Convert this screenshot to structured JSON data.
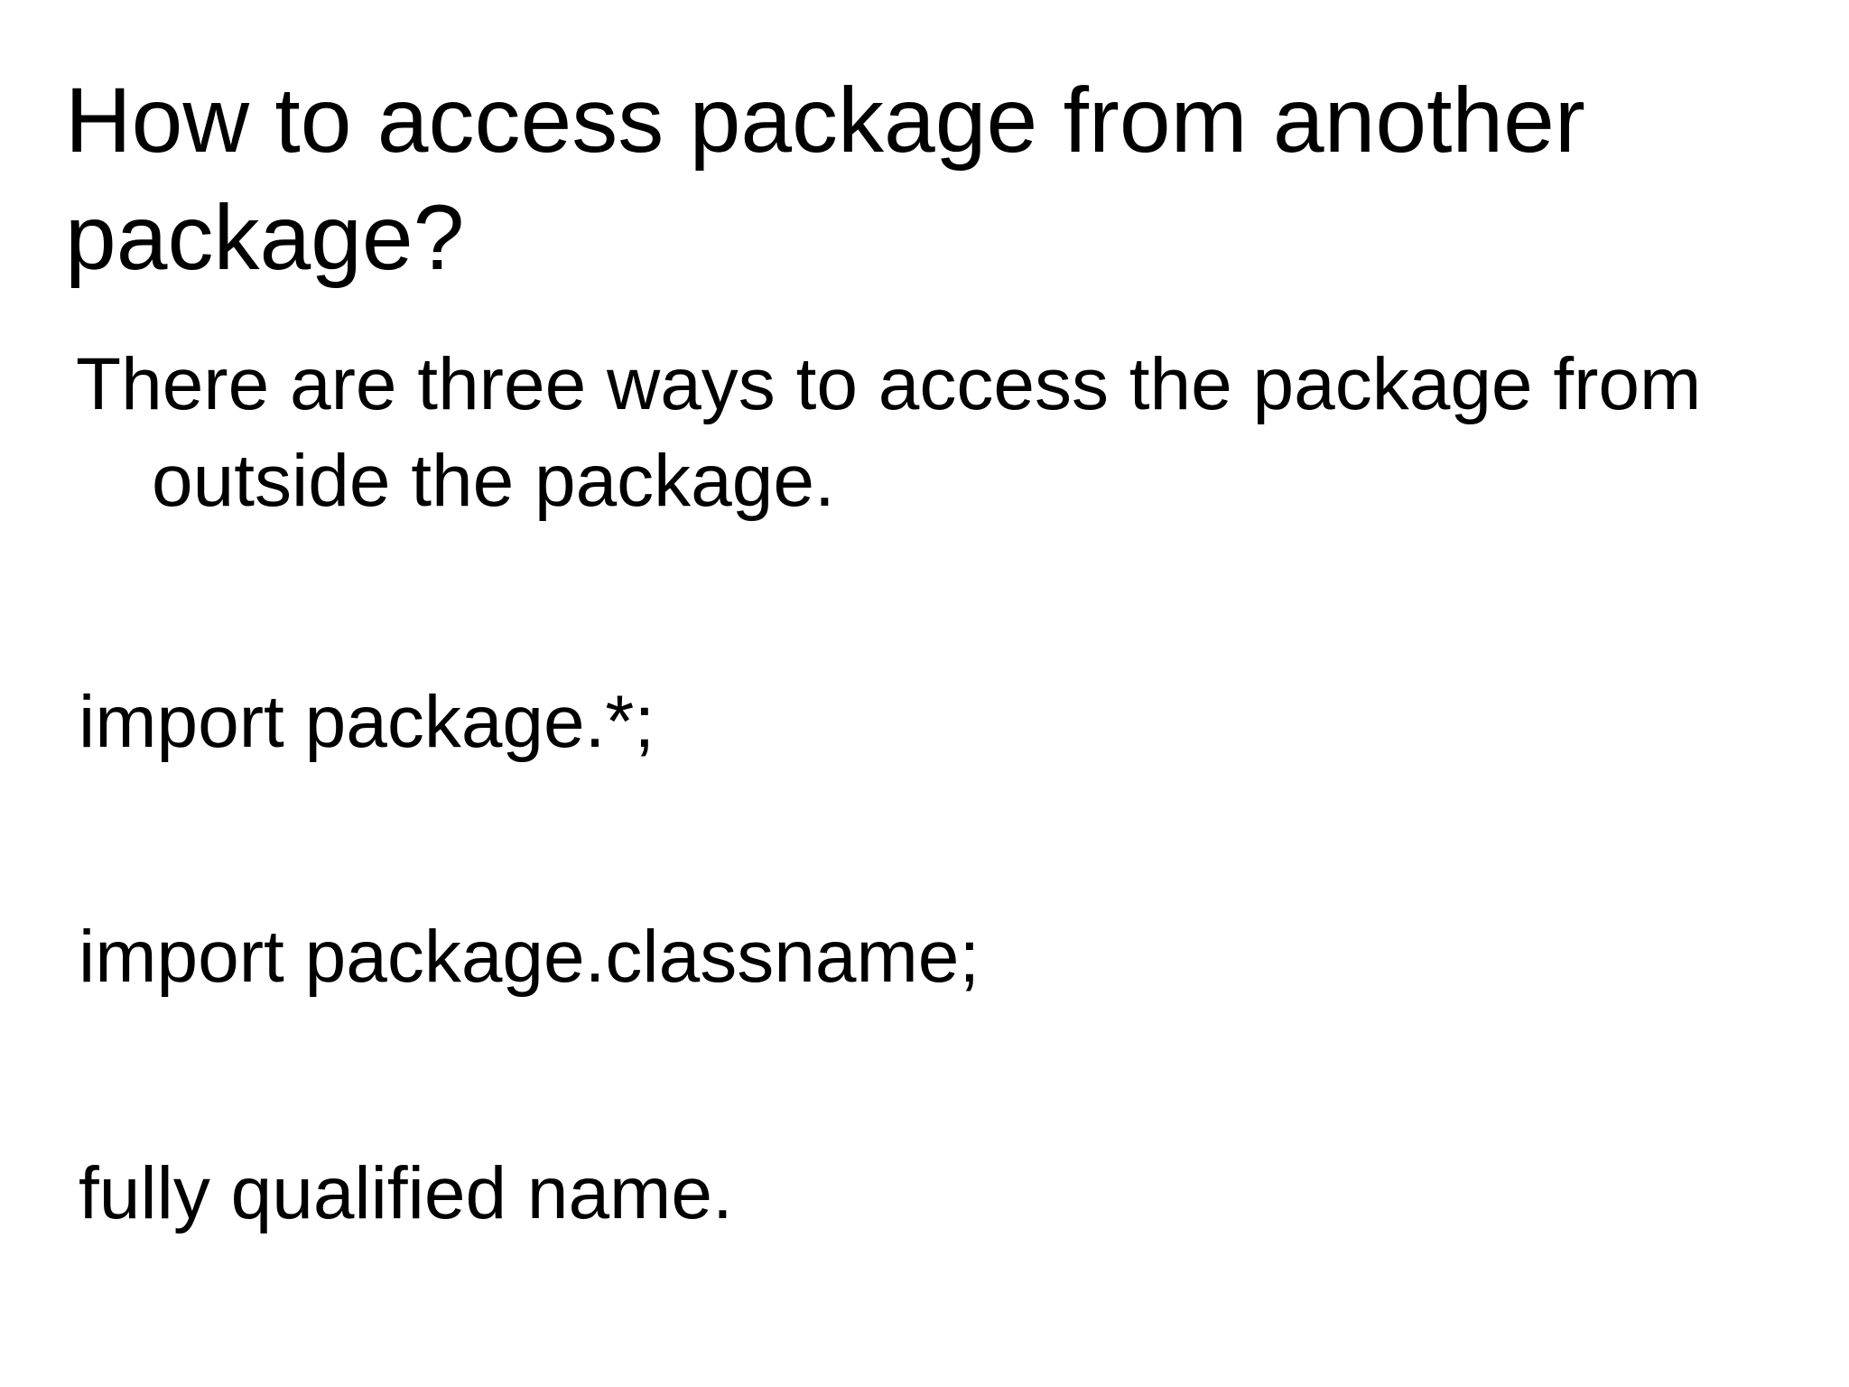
{
  "slide": {
    "title": "How to access package from another package?",
    "paragraph_lines": [
      "There are three ways to access the package from",
      "outside the package."
    ],
    "items": [
      "import package.*;",
      "import package.classname;",
      "fully qualified name."
    ],
    "colors": {
      "background": "#ffffff",
      "text": "#000000"
    }
  }
}
